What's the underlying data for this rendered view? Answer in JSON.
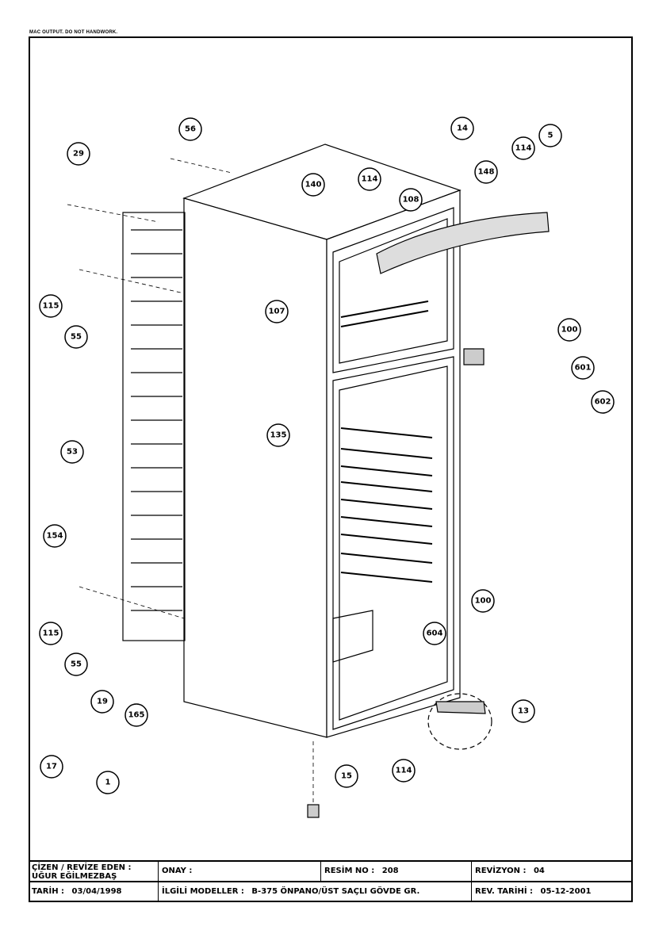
{
  "header_note": "MAC OUTPUT. DO NOT HANDWORK.",
  "callouts": [
    "56",
    "29",
    "14",
    "5",
    "114",
    "148",
    "140",
    "114",
    "108",
    "115",
    "55",
    "107",
    "100",
    "601",
    "602",
    "53",
    "135",
    "154",
    "100",
    "115",
    "604",
    "55",
    "19",
    "165",
    "13",
    "17",
    "1",
    "15",
    "114"
  ],
  "title_block": {
    "drawn_by_label": "ÇİZEN / REVİZE EDEN :",
    "drawn_by_name": "UĞUR EĞİLMEZBAŞ",
    "approval_label": "ONAY :",
    "drawing_no_label": "RESİM NO :",
    "drawing_no": "208",
    "revision_label": "REVİZYON :",
    "revision": "04",
    "date_label": "TARİH :",
    "date": "03/04/1998",
    "models_label": "İLGİLİ MODELLER :",
    "models": "B-375 ÖNPANO/ÜST SAÇLI GÖVDE GR.",
    "rev_date_label": "REV. TARİHİ :",
    "rev_date": "05-12-2001"
  }
}
